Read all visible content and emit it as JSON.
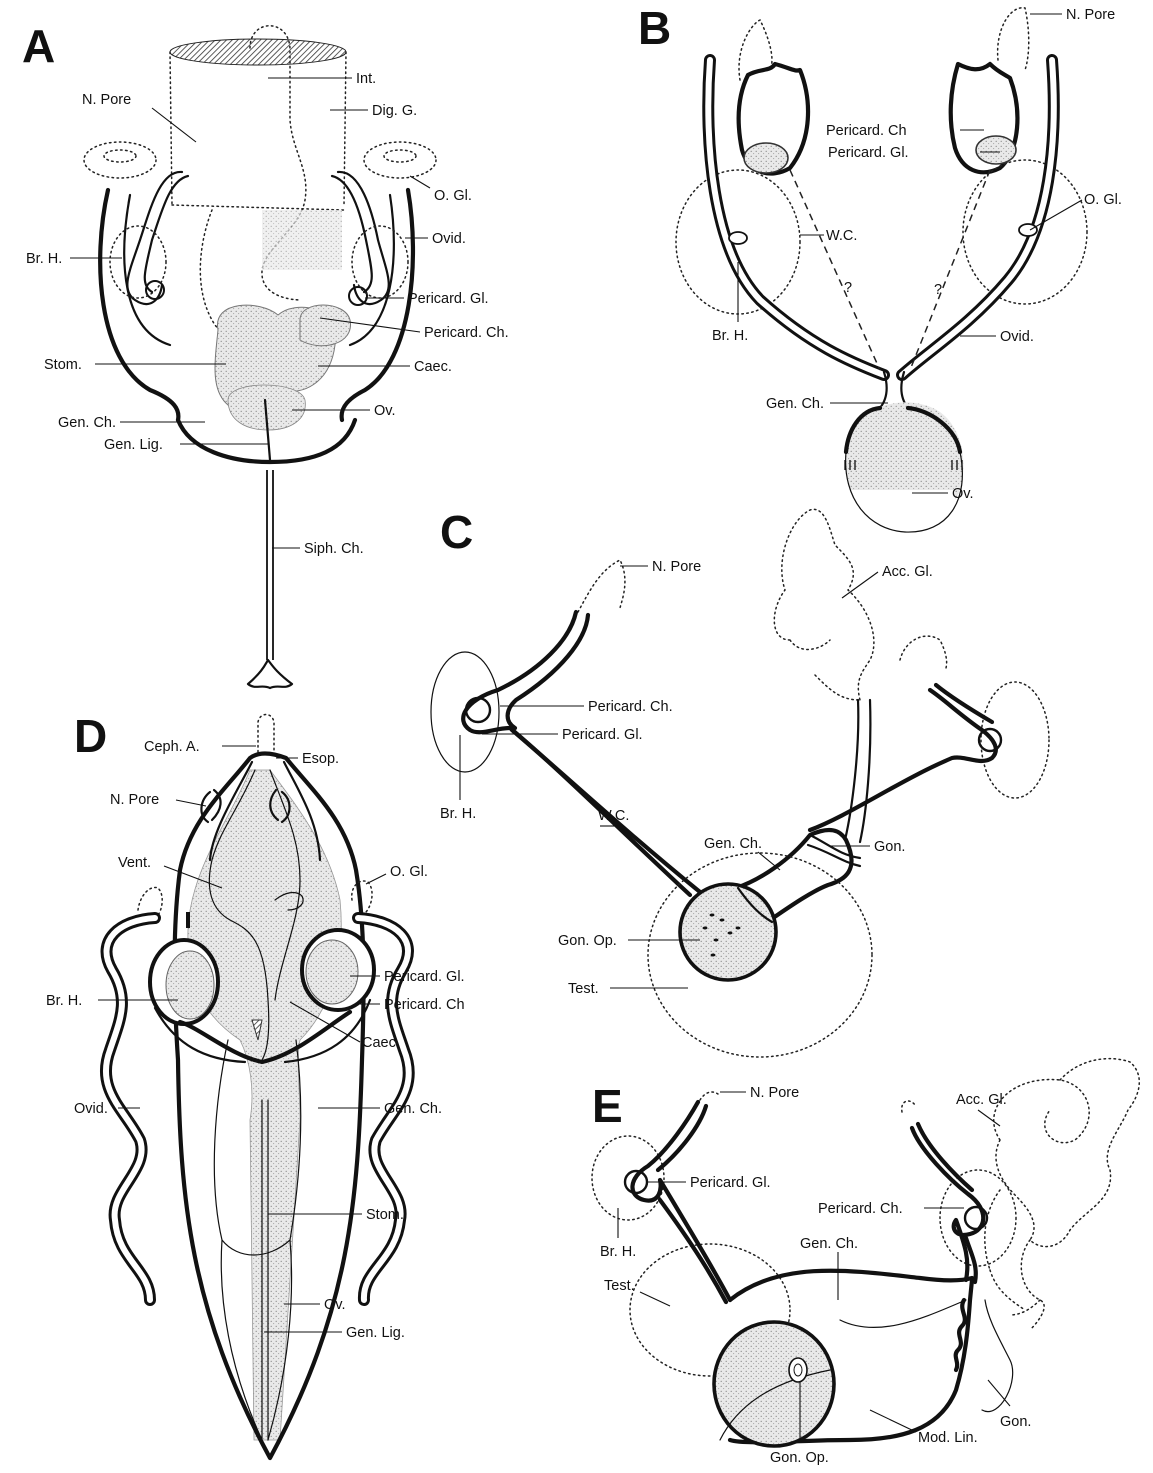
{
  "panels": {
    "A": {
      "letter": "A",
      "labels": {
        "int": "Int.",
        "n_pore": "N. Pore",
        "dig_g": "Dig. G.",
        "o_gl": "O. Gl.",
        "ovid": "Ovid.",
        "br_h": "Br. H.",
        "pericard_gl": "Pericard.  Gl.",
        "pericard_ch": "Pericard.  Ch.",
        "stom": "Stom.",
        "caec": "Caec.",
        "gen_ch": "Gen. Ch.",
        "ov": "Ov.",
        "gen_lig": "Gen. Lig.",
        "siph_ch": "Siph. Ch."
      }
    },
    "B": {
      "letter": "B",
      "labels": {
        "n_pore": "N. Pore",
        "pericard_ch": "Pericard.  Ch",
        "pericard_gl": "Pericard.  Gl.",
        "o_gl": "O. Gl.",
        "wc": "W.C.",
        "q1": "?",
        "q2": "?",
        "br_h": "Br. H.",
        "ovid": "Ovid.",
        "gen_ch": "Gen. Ch.",
        "ov": "Ov."
      }
    },
    "C": {
      "letter": "C",
      "labels": {
        "n_pore": "N. Pore",
        "acc_gl": "Acc. Gl.",
        "pericard_ch": "Pericard.  Ch.",
        "pericard_gl": "Pericard.  Gl.",
        "br_h": "Br. H.",
        "wc": "W.C.",
        "gen_ch": "Gen. Ch.",
        "gon": "Gon.",
        "gon_op": "Gon. Op.",
        "test": "Test."
      }
    },
    "D": {
      "letter": "D",
      "labels": {
        "ceph_a": "Ceph. A.",
        "esop": "Esop.",
        "n_pore": "N. Pore",
        "vent": "Vent.",
        "o_gl": "O. Gl.",
        "pericard_gl": "Pericard.  Gl.",
        "pericard_ch": "Pericard.  Ch",
        "br_h": "Br. H.",
        "caec": "Caec.",
        "ovid": "Ovid.",
        "gen_ch": "Gen. Ch.",
        "stom": "Stom.",
        "ov": "Ov.",
        "gen_lig": "Gen. Lig."
      }
    },
    "E": {
      "letter": "E",
      "labels": {
        "n_pore": "N. Pore",
        "acc_gl": "Acc. Gl.",
        "pericard_gl": "Pericard.  Gl.",
        "br_h": "Br. H.",
        "pericard_ch": "Pericard.  Ch.",
        "gen_ch": "Gen. Ch.",
        "test": "Test.",
        "gon": "Gon.",
        "mod_lin": "Mod. Lin.",
        "gon_op": "Gon. Op."
      }
    }
  }
}
